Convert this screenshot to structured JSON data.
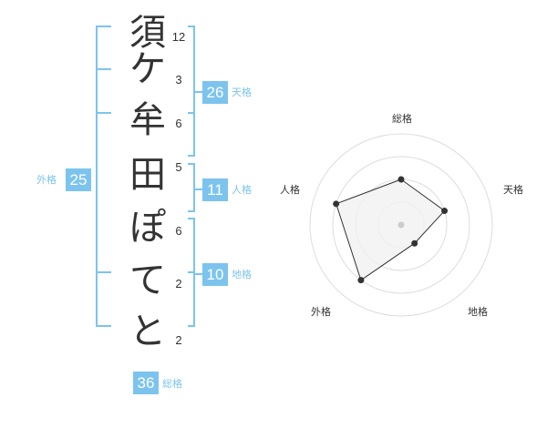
{
  "name_chars": [
    {
      "char": "須",
      "strokes": "12"
    },
    {
      "char": "ケ",
      "strokes": "3"
    },
    {
      "char": "牟",
      "strokes": "6"
    },
    {
      "char": "田",
      "strokes": "5"
    },
    {
      "char": "ぽ",
      "strokes": "6"
    },
    {
      "char": "て",
      "strokes": "2"
    },
    {
      "char": "と",
      "strokes": "2"
    }
  ],
  "kaku": {
    "tenkaku": {
      "value": "26",
      "label": "天格"
    },
    "jinkaku": {
      "value": "11",
      "label": "人格"
    },
    "chikaku": {
      "value": "10",
      "label": "地格"
    },
    "gaikaku": {
      "value": "25",
      "label": "外格"
    },
    "soukaku": {
      "value": "36",
      "label": "総格"
    }
  },
  "radar": {
    "axes": [
      "総格",
      "天格",
      "地格",
      "外格",
      "人格"
    ],
    "values": [
      0.5,
      0.5,
      0.25,
      0.75,
      0.75
    ],
    "ring_count": 4,
    "colors": {
      "ring": "#dddddd",
      "fill": "#f1f1f1",
      "line": "#333333",
      "center": "#cccccc"
    }
  },
  "colors": {
    "accent": "#7cc4ee",
    "text": "#333333"
  }
}
